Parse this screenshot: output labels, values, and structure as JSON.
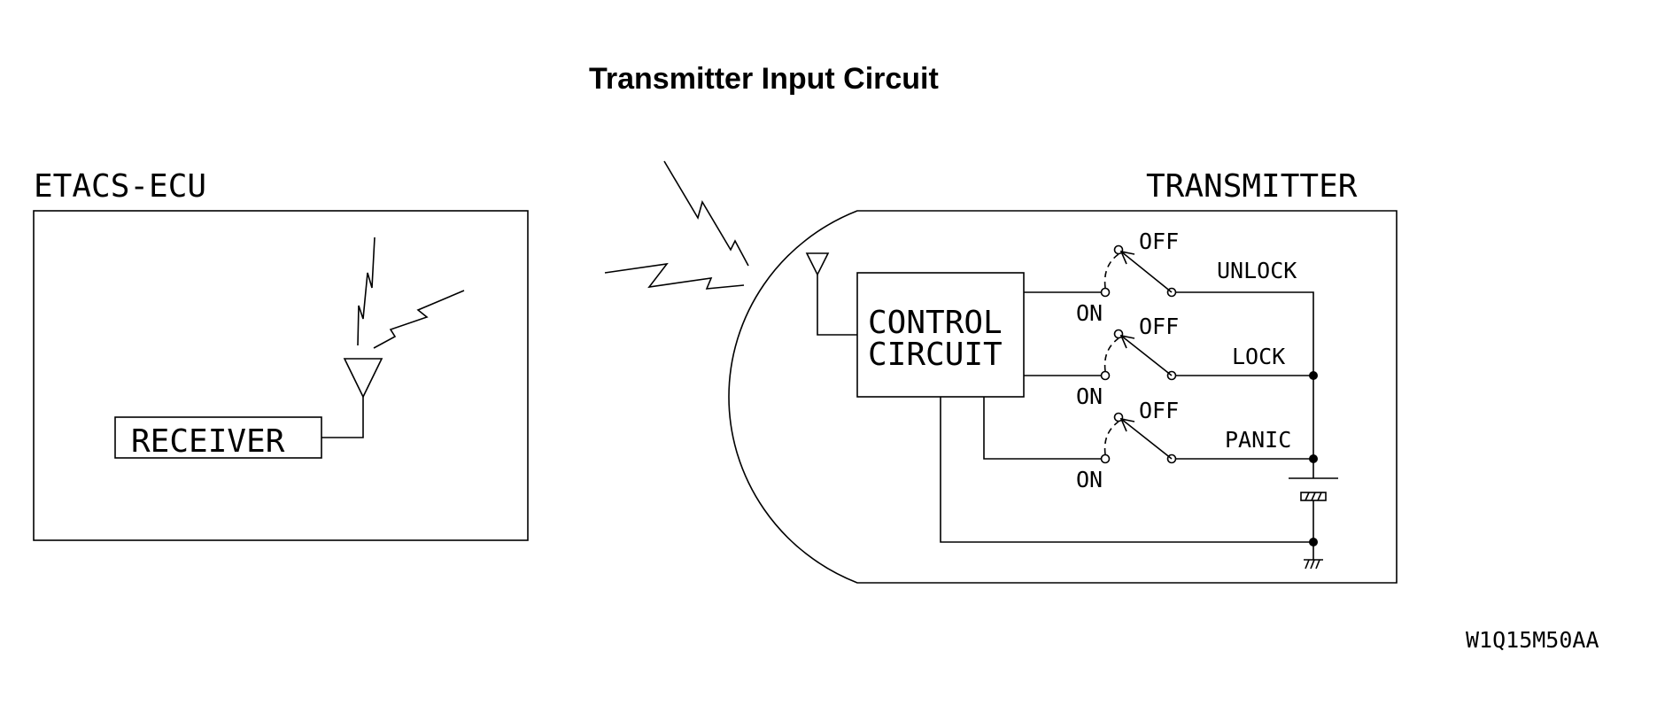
{
  "title": "Transmitter Input Circuit",
  "ecu": {
    "label": "ETACS-ECU",
    "receiver": "RECEIVER"
  },
  "transmitter": {
    "label": "TRANSMITTER",
    "control_line1": "CONTROL",
    "control_line2": "CIRCUIT",
    "switches": [
      {
        "name": "UNLOCK",
        "on": "ON",
        "off": "OFF"
      },
      {
        "name": "LOCK",
        "on": "ON",
        "off": "OFF"
      },
      {
        "name": "PANIC",
        "on": "ON",
        "off": "OFF"
      }
    ]
  },
  "figure_code": "W1Q15M50AA"
}
